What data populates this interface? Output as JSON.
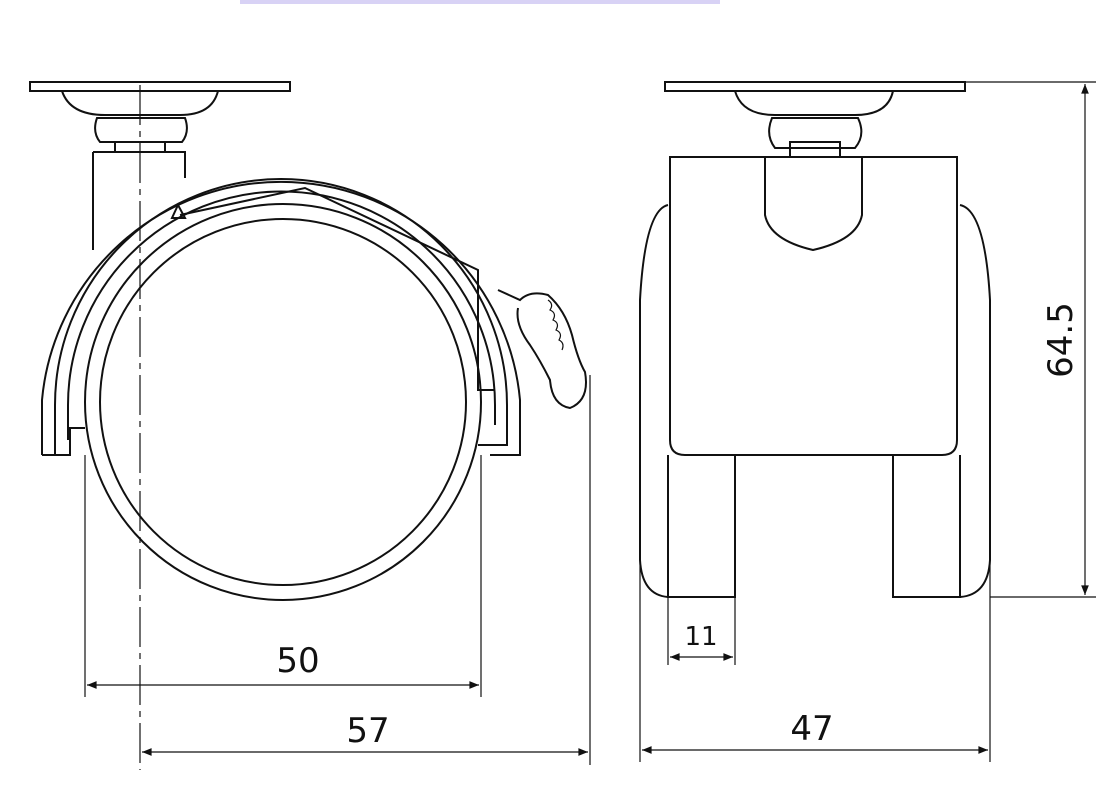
{
  "drawing": {
    "title": "Caster wheel dimension drawing",
    "dimensions": {
      "wheel_diameter": "50",
      "overall_length": "57",
      "overall_width": "47",
      "leg_width": "11",
      "overall_height": "64.5"
    },
    "colors": {
      "line": "#111111",
      "background": "#ffffff",
      "top_artifact": "#6a5acd"
    }
  }
}
